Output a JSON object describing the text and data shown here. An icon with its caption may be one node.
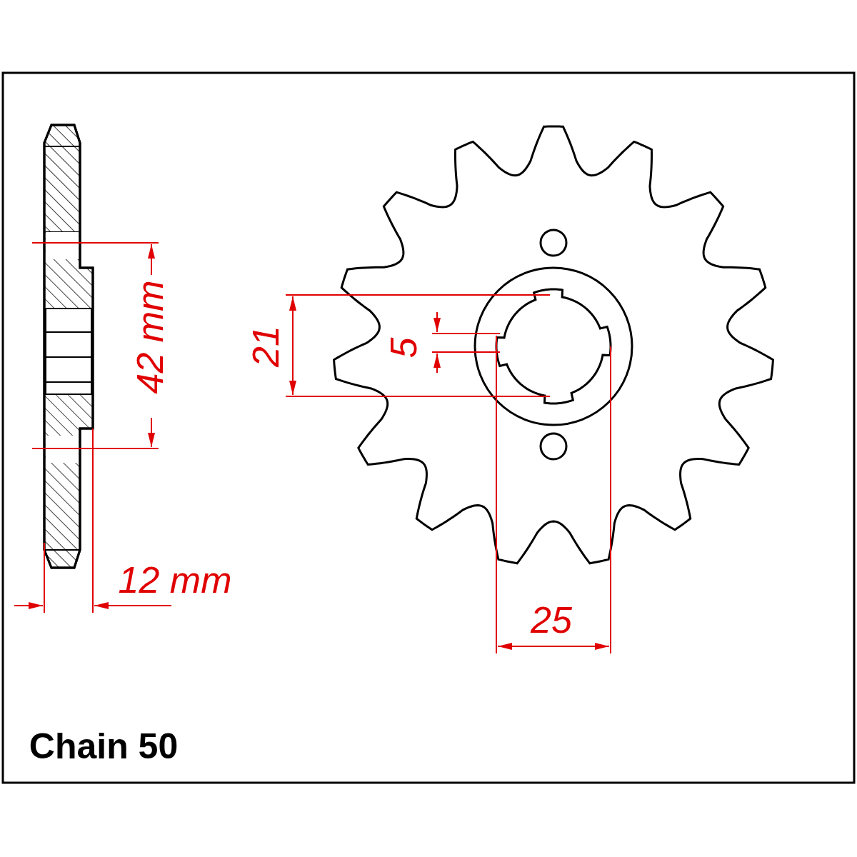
{
  "diagram": {
    "labels": [
      "42 mm",
      "21",
      "5",
      "12 mm",
      "25",
      "Chain 50"
    ]
  }
}
